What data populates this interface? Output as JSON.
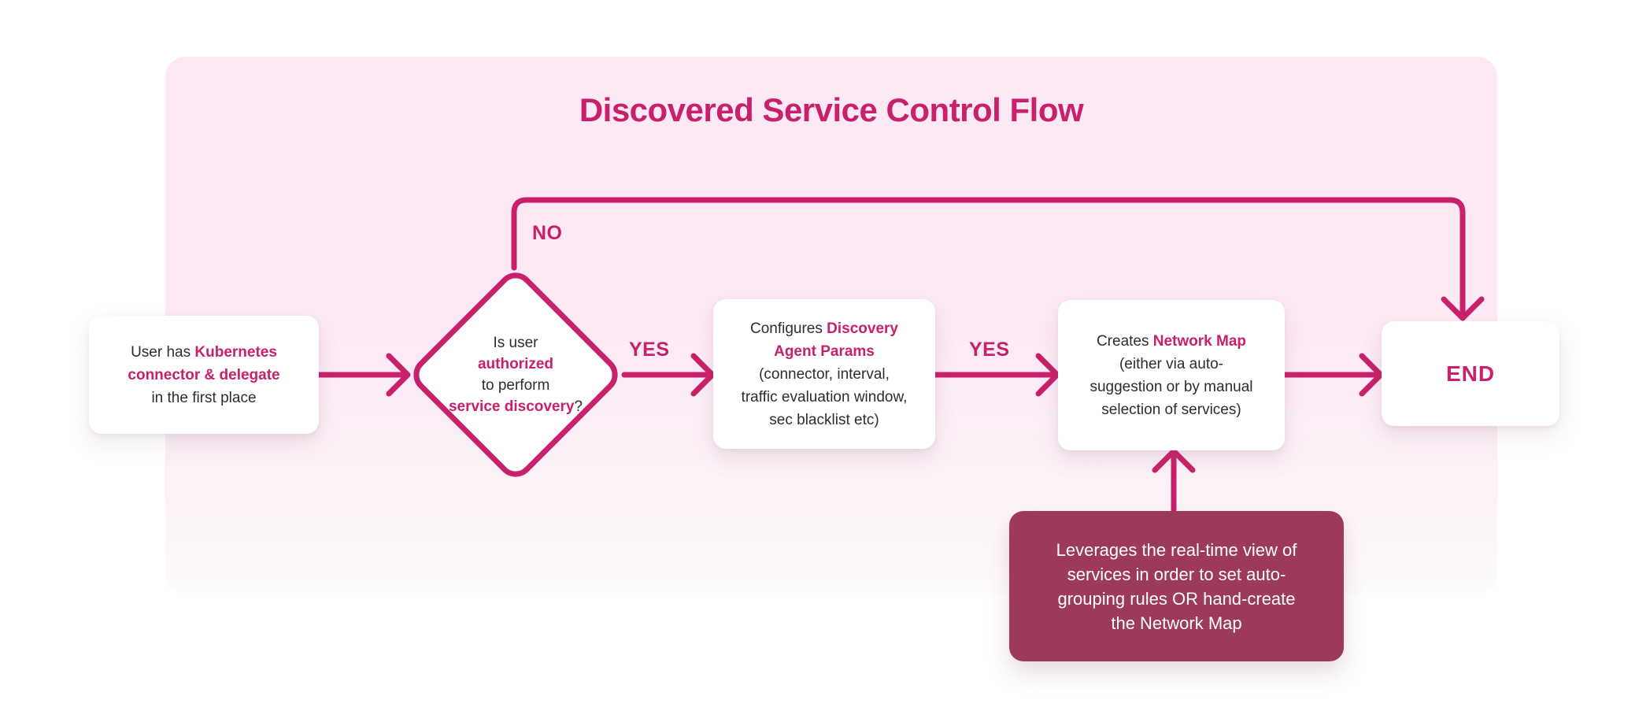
{
  "colors": {
    "accent": "#c8206a",
    "note_background": "#9e3a59",
    "panel_pink": "#fce9f4",
    "page_background": "#ffffff",
    "body_text": "#2d2d2d",
    "note_text": "#ffffff"
  },
  "title": "Discovered Service Control Flow",
  "nodes": {
    "start": {
      "lines": [
        [
          {
            "t": "User has ",
            "e": 0
          },
          {
            "t": "Kubernetes",
            "e": 1
          }
        ],
        [
          {
            "t": "connector & delegate",
            "e": 1
          }
        ],
        [
          {
            "t": "in the first place",
            "e": 0
          }
        ]
      ]
    },
    "decision": {
      "lines": [
        [
          {
            "t": "Is user",
            "e": 0
          }
        ],
        [
          {
            "t": "authorized",
            "e": 1
          }
        ],
        [
          {
            "t": "to perform",
            "e": 0
          }
        ],
        [
          {
            "t": "service discovery",
            "e": 1
          },
          {
            "t": "?",
            "e": 0
          }
        ]
      ]
    },
    "configure": {
      "lines": [
        [
          {
            "t": "Configures ",
            "e": 0
          },
          {
            "t": "Discovery",
            "e": 1
          }
        ],
        [
          {
            "t": "Agent Params",
            "e": 1
          }
        ],
        [
          {
            "t": "(connector, interval,",
            "e": 0
          }
        ],
        [
          {
            "t": "traffic evaluation window,",
            "e": 0
          }
        ],
        [
          {
            "t": "sec blacklist etc)",
            "e": 0
          }
        ]
      ]
    },
    "create": {
      "lines": [
        [
          {
            "t": "Creates ",
            "e": 0
          },
          {
            "t": "Network Map",
            "e": 1
          }
        ],
        [
          {
            "t": "(either via auto-",
            "e": 0
          }
        ],
        [
          {
            "t": "suggestion or by manual",
            "e": 0
          }
        ],
        [
          {
            "t": "selection of services)",
            "e": 0
          }
        ]
      ]
    },
    "end": {
      "label": "END"
    },
    "note": {
      "lines": [
        "Leverages the real-time view of",
        "services in order to set auto-",
        "grouping rules OR hand-create",
        "the Network Map"
      ]
    }
  },
  "edge_labels": {
    "no": "NO",
    "yes_decision_to_configure": "YES",
    "yes_configure_to_create": "YES"
  }
}
